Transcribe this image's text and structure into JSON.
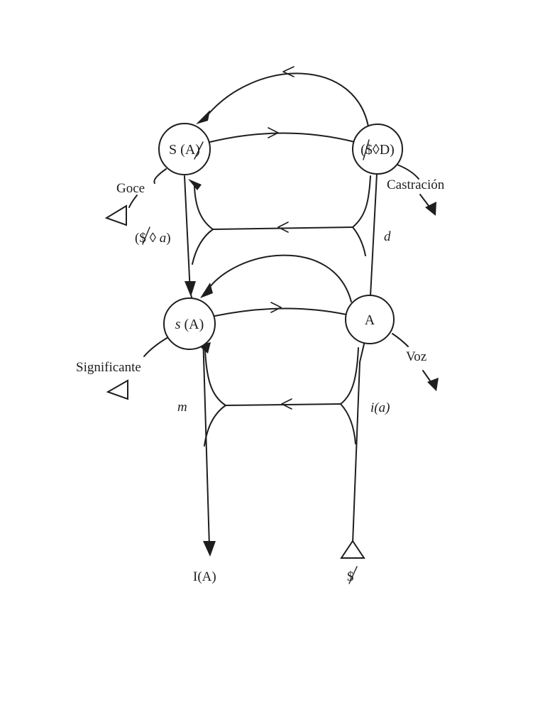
{
  "nodes": {
    "s_barred_a": {
      "label": "S (A)"
    },
    "barred_s_d": {
      "label": "($◊D)"
    },
    "s_a": {
      "label_prefix": "s",
      "label_suffix": " (A)"
    },
    "a": {
      "label": "A"
    }
  },
  "labels": {
    "goce": "Goce",
    "castracion": "Castración",
    "barred_s_a_formula_open": "($ ◊ ",
    "barred_s_a_formula_var": "a",
    "barred_s_a_formula_close": ")",
    "d": "d",
    "significante": "Significante",
    "voz": "Voz",
    "m": "m",
    "i_a": "i(a)",
    "i_big_a": "I(A)",
    "barred_s": "$"
  }
}
